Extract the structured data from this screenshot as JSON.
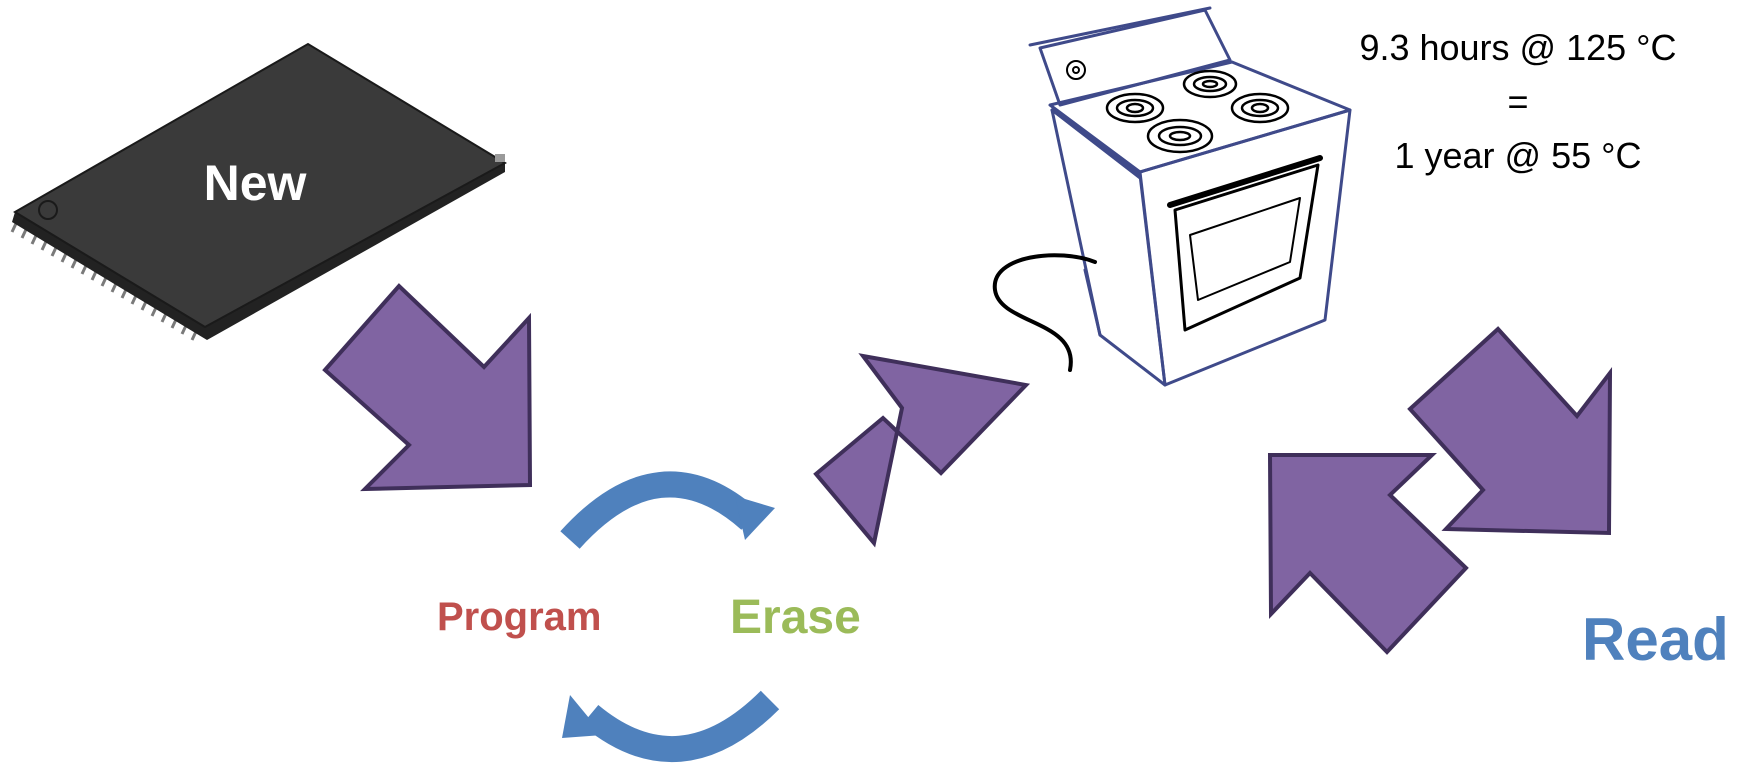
{
  "labels": {
    "new": "New",
    "program": "Program",
    "erase": "Erase",
    "read": "Read"
  },
  "note": {
    "line1": "9.3 hours @ 125 °C",
    "line2": "=",
    "line3": "1 year @ 55 °C"
  },
  "colors": {
    "arrow_fill": "#8064A2",
    "arrow_stroke": "#3F2F5A",
    "cycle_arrow": "#4F81BD",
    "program": "#C0504D",
    "erase": "#9BBB59",
    "read": "#4F81BD",
    "chip_body": "#3A3A3A",
    "oven_line": "#3F4A8A"
  },
  "icons": {
    "chip": "flash-memory-chip-icon",
    "oven": "oven-icon"
  }
}
